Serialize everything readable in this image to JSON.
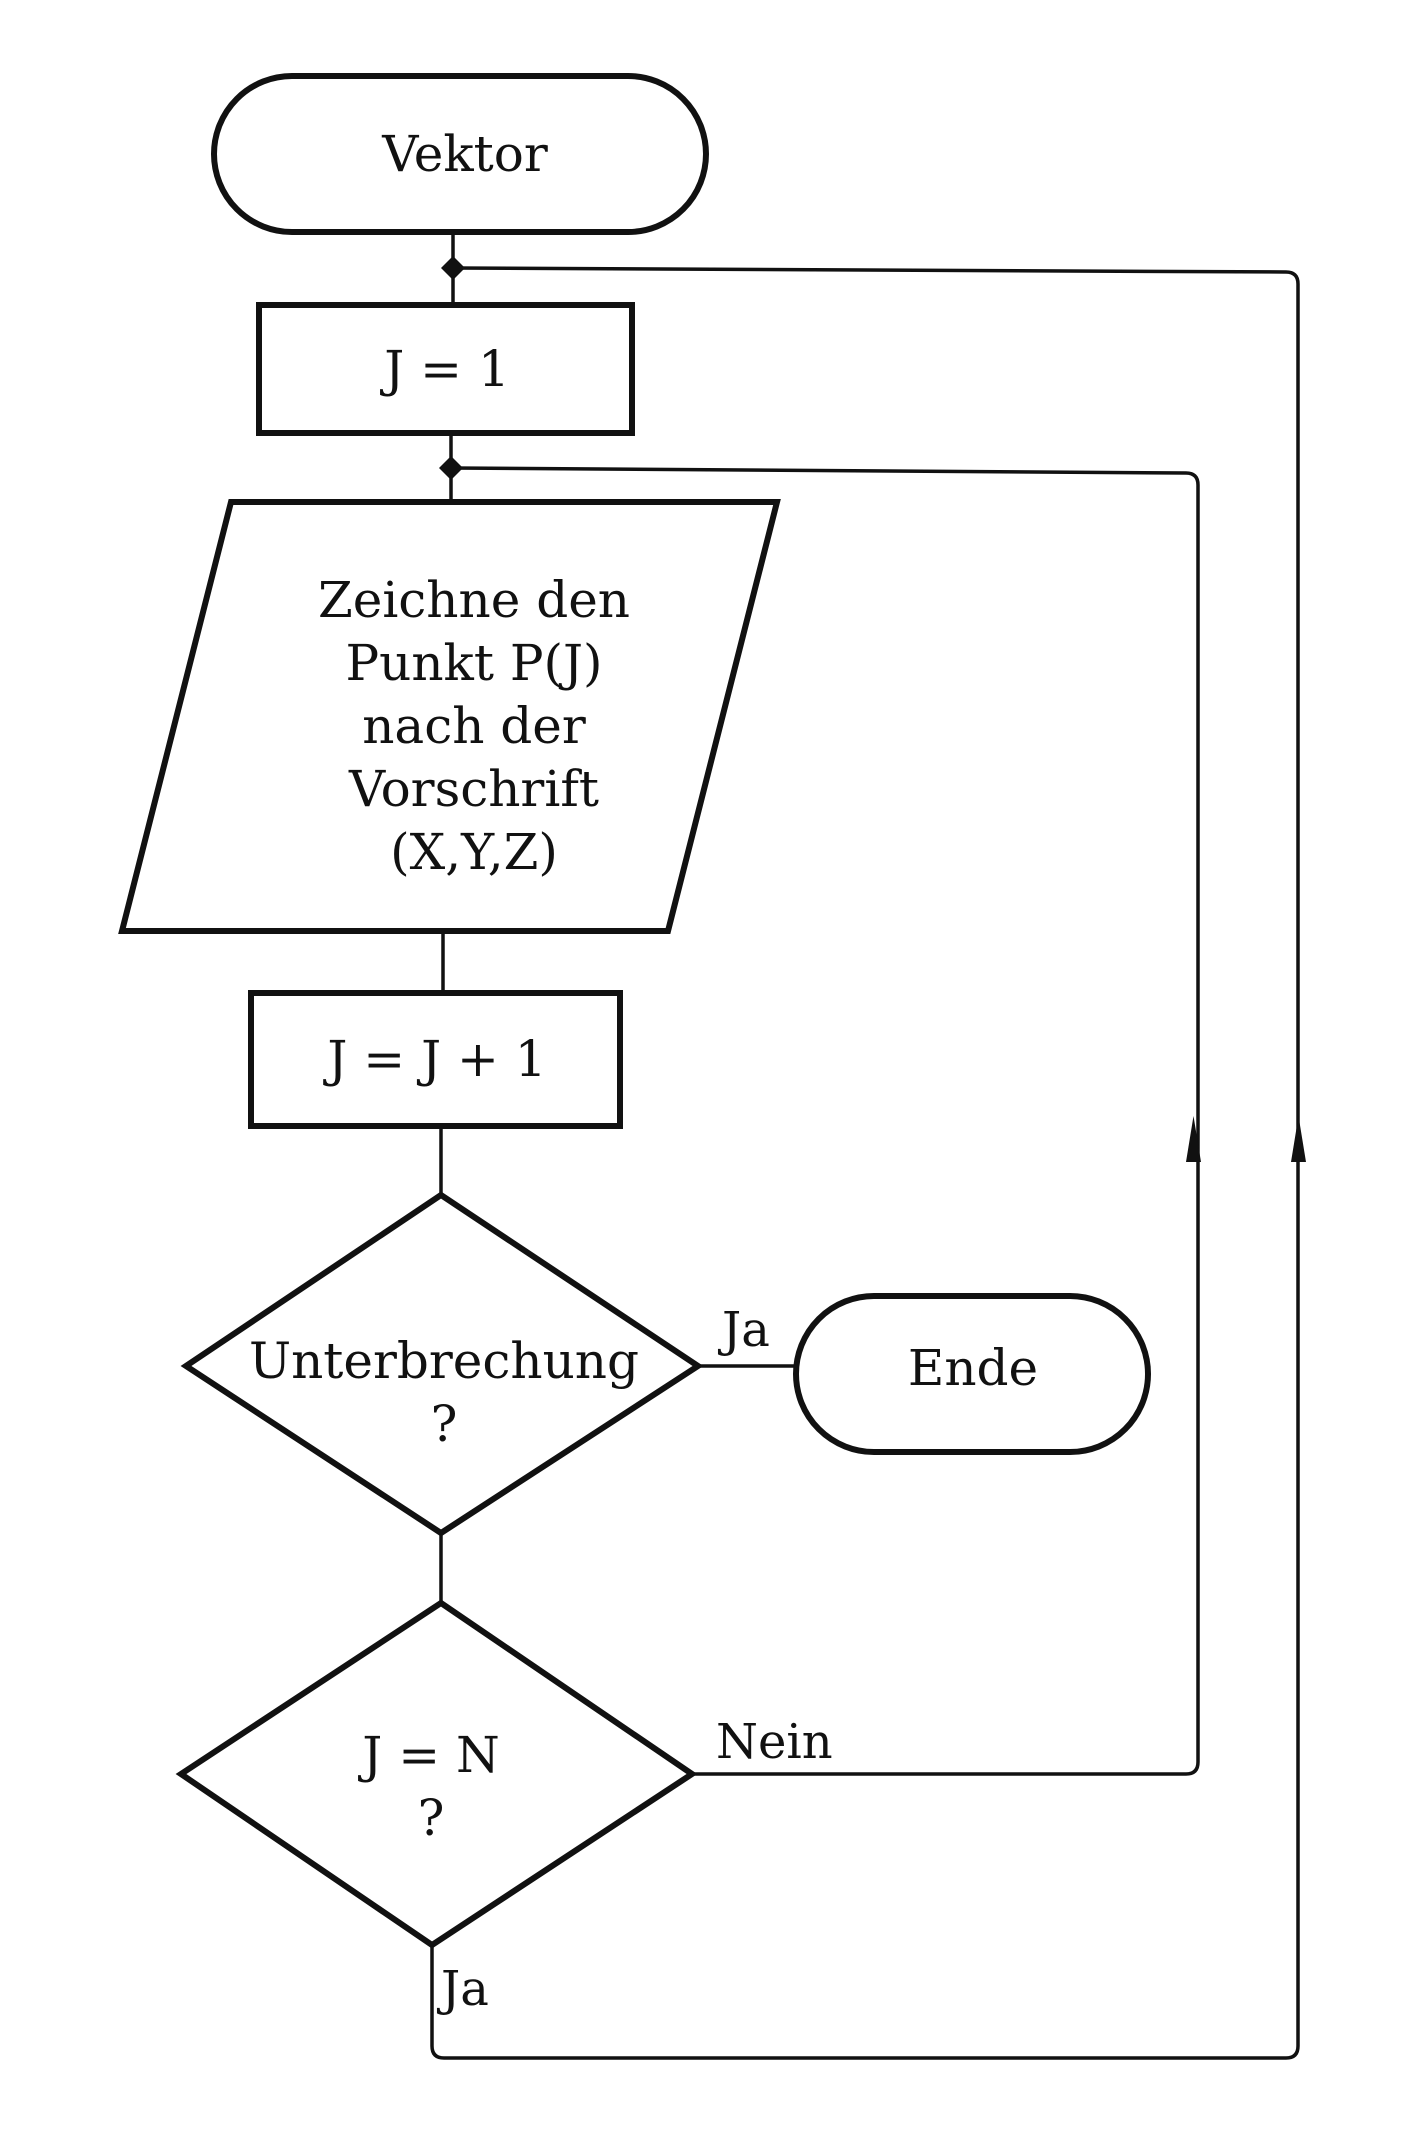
{
  "nodes": {
    "start": "Vektor",
    "init": "J = 1",
    "draw": [
      "Zeichne den",
      "Punkt P(J)",
      "nach der",
      "Vorschrift",
      "(X,Y,Z)"
    ],
    "increment": "J = J + 1",
    "interrupt": [
      "Unterbrechung",
      "?"
    ],
    "end": "Ende",
    "check": [
      "J = N",
      "?"
    ]
  },
  "edges": {
    "interrupt_yes": "Ja",
    "check_no": "Nein",
    "check_yes": "Ja"
  }
}
